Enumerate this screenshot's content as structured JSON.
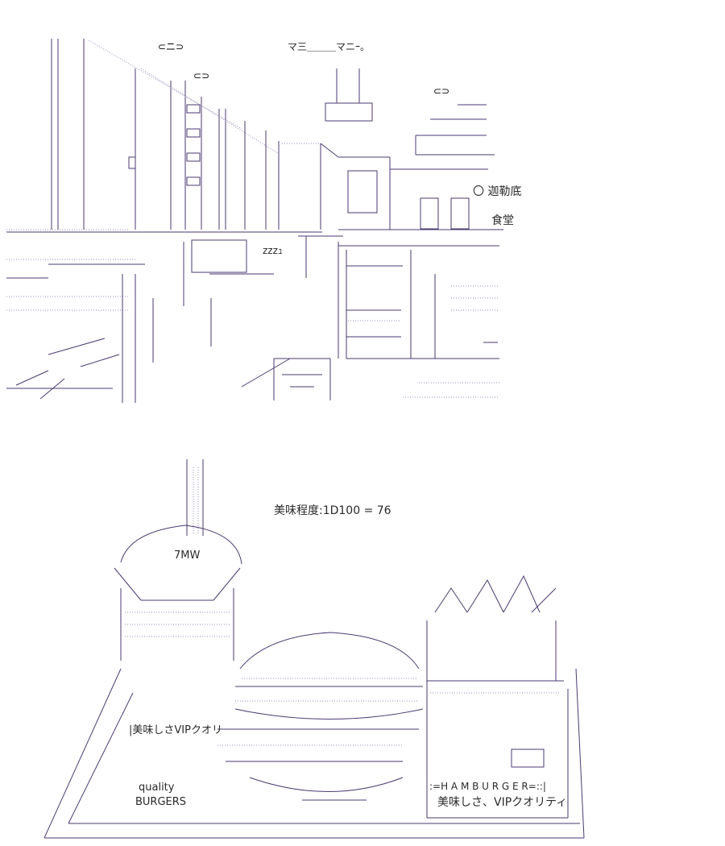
{
  "street_sign": {
    "brand": "マ三＿＿＿マニｰ。",
    "shop_name": "〇 迦勒底",
    "shop_type": "食堂",
    "sleep_mark": "zzzｭ"
  },
  "roll": {
    "text": "美味程度:1D100 = 76"
  },
  "cup": {
    "label": "7MW"
  },
  "burger_box": {
    "line1": "|美味しさVIPクオリ",
    "line2": "quality",
    "line3": "BURGERS"
  },
  "fries_box": {
    "band": ":=H A M B U R G E R=::|",
    "slogan": "美味しさ、VIPクオリティ"
  },
  "colors": {
    "line": "#4b3a72",
    "dots": "#9a8cb8",
    "text": "#2a2a2a",
    "background": "#ffffff"
  }
}
